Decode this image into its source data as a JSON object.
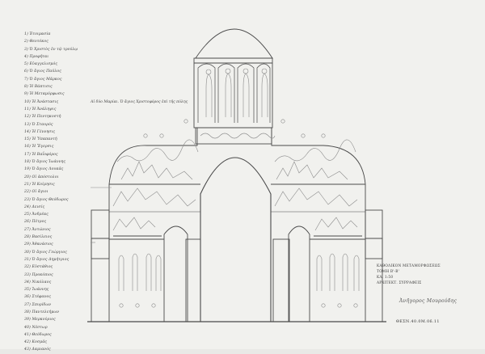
{
  "legend": {
    "items": [
      "1) Ἑτοιμασία",
      "2) Θεοτόκος",
      "3) Ὁ Χριστὸς ἐν τῷ τρούλῳ",
      "4) Προφῆται",
      "5) Εὐαγγελισμός",
      "6) Ὁ ἅγιος Παῦλος",
      "7) Ὁ ἅγιος Μᾶρκος",
      "8) Ἡ Βάπτισις",
      "9) Ἡ Μεταμόρφωσις",
      "10) Ἡ Ἀνάστασις",
      "11) Ἡ Ἀνάληψις",
      "12) Ἡ Πεντηκοστή",
      "13) Ὁ Σταυρός",
      "14) Ἡ Γέννησις",
      "15) Ἡ Ὑπαπαντή",
      "16) Ἡ Ἔγερσις",
      "17) Ἡ Βαΐοφόρος",
      "18) Ὁ ἅγιος Ἰωάννης",
      "19) Ὁ ἅγιος Λουκᾶς",
      "20) Οἱ ἀπόστολοι",
      "21) Ἡ Κοίμησις",
      "22) Οἱ ἅγιοι",
      "23) Ὁ ἅγιος Θεόδωρος",
      "24) Δεισίς",
      "25) Ἀνδρέας",
      "26) Πέτρος",
      "27) Ἀντώνιος",
      "28) Βασίλειος",
      "29) Ἀθανάσιος",
      "30) Ὁ ἅγιος Γεώργιος",
      "31) Ὁ ἅγιος Δημήτριος",
      "32) Εὐστάθιος",
      "33) Προκόπιος",
      "34) Νικόλαος",
      "35) Ἰωάννης",
      "36) Στέφανος",
      "37) Σπυρίδων",
      "38) Παντελεήμων",
      "39) Μερκούριος",
      "40) Νέστωρ",
      "41) Θεόδωρος",
      "42) Κοσμᾶς",
      "43) Δαμιανός"
    ],
    "note": "Αἱ δύο Μαρίαι. Ὁ ἅγιος Χριστοφόρος ἐπὶ τῆς πύλης"
  },
  "title_block": {
    "lines": [
      "ΚΑΘΟΛΙΚΟΝ ΜΕΤΑΜΟΡΦΩΣΕΩΣ",
      "ΤΟΜΗ Β'-Β'",
      "ΚΛ. 1:50",
      "ΑΡΧΙΤΕΚΤ. ΣΥΡΡΑΦΕΙΣ"
    ],
    "signature": "Ἀνῆγορος Μουρούδης",
    "sheet_code": "ΘΕΣΝ.40.0Μ.06.11"
  },
  "colors": {
    "paper": "#f1f1ee",
    "ink": "#4a4a4a",
    "pencil": "#8a8a8a"
  }
}
